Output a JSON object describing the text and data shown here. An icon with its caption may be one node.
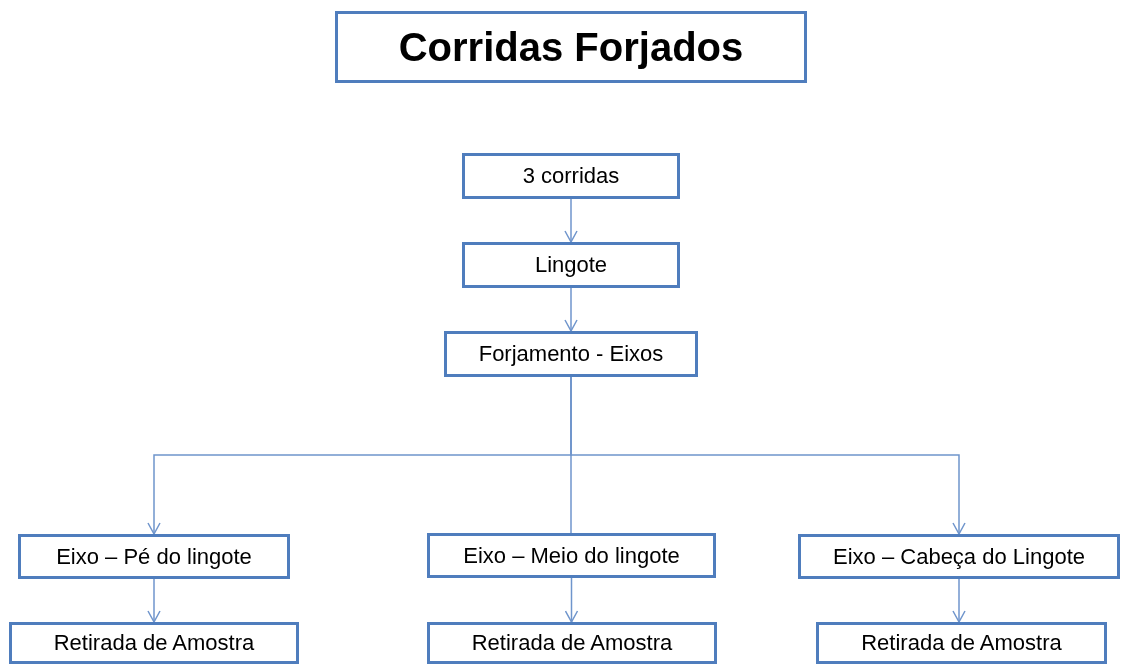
{
  "diagram": {
    "title": "Corridas Forjados",
    "nodes": [
      {
        "text": [
          "3 corridas"
        ]
      },
      {
        "text": [
          "Lingote"
        ]
      },
      {
        "text": [
          "Forjamento - Eixos"
        ]
      },
      {
        "text": [
          "Eixo – Pé do lingote"
        ]
      },
      {
        "text": [
          "Eixo – Meio do lingote"
        ]
      },
      {
        "text": [
          "Eixo – Cabeça do Lingote"
        ]
      },
      {
        "text": [
          "Retirada de Amostra"
        ]
      },
      {
        "text": [
          "Retirada de Amostra"
        ]
      },
      {
        "text": [
          "Retirada de Amostra"
        ]
      }
    ],
    "edges": [
      {
        "from": 0,
        "to": 1,
        "arrow": "to"
      },
      {
        "from": 1,
        "to": 2,
        "arrow": "to"
      },
      {
        "from": 2,
        "to": 3,
        "arrow": "to"
      },
      {
        "from": 2,
        "to": 4,
        "arrow": "none"
      },
      {
        "from": 2,
        "to": 5,
        "arrow": "to"
      },
      {
        "from": 3,
        "to": 6,
        "arrow": "to"
      },
      {
        "from": 4,
        "to": 7,
        "arrow": "to"
      },
      {
        "from": 5,
        "to": 8,
        "arrow": "to"
      }
    ]
  }
}
